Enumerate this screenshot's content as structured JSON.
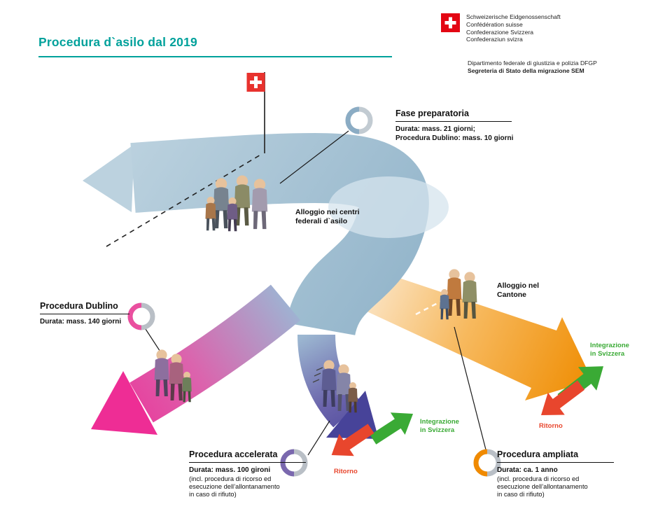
{
  "page": {
    "title": "Procedura d`asilo dal 2019"
  },
  "logo": {
    "confederation_lines": [
      "Schweizerische Eidgenossenschaft",
      "Confédération suisse",
      "Confederazione Svizzera",
      "Confederaziun svizra"
    ],
    "department": "Dipartimento federale di giustizia e polizia DFGP",
    "office": "Segreteria di Stato della migrazione SEM"
  },
  "nodes": {
    "preparatoria": {
      "title": "Fase preparatoria",
      "duration1": "Durata: mass. 21 giorni;",
      "duration2": "Procedura Dublino: mass. 10 giorni"
    },
    "dublino": {
      "title": "Procedura Dublino",
      "duration1": "Durata: mass. 140 giorni"
    },
    "accelerata": {
      "title": "Procedura accelerata",
      "duration1": "Durata: mass. 100 gironi",
      "note1": "(incl. procedura di ricorso ed",
      "note2": "esecuzione dell’allontanamento",
      "note3": "in caso di rifiuto)"
    },
    "ampliata": {
      "title": "Procedura ampliata",
      "duration1": "Durata: ca. 1 anno",
      "note1": "(incl. procedura di ricorso ed",
      "note2": "esecuzione dell’allontanamento",
      "note3": "in caso di rifiuto)"
    }
  },
  "places": {
    "centri_line1": "Alloggio nei centri",
    "centri_line2": "federali d`asilo",
    "cantone_line1": "Alloggio nel",
    "cantone_line2": "Cantone"
  },
  "outcomes": {
    "integration_line1": "Integrazione",
    "integration_line2": "in Svizzera",
    "return": "Ritorno"
  },
  "colors": {
    "accent_teal": "#00a19b",
    "band_blue": "#a9c6d9",
    "dublin_pink": "#ee2d95",
    "accelerated_purple": "#46429a",
    "extended_orange": "#f39200",
    "integration_green": "#3aaa35",
    "return_red": "#e8462d",
    "flag_red": "#e8322e"
  }
}
